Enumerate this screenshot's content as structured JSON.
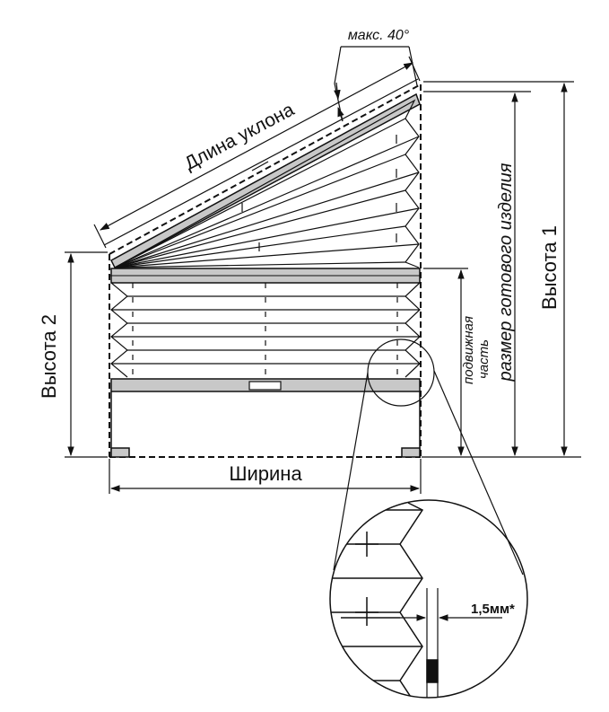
{
  "labels": {
    "max_angle": "макс. 40°",
    "slope_length": "Длина уклона",
    "height_1": "Высота 1",
    "height_2": "Высота 2",
    "finished_size": "размер готового изделия",
    "movable_part_line1": "подвижная",
    "movable_part_line2": "часть",
    "width": "Ширина",
    "gap": "1,5мм*"
  },
  "colors": {
    "line": "#111111",
    "rail_fill": "#c8c8c8"
  }
}
